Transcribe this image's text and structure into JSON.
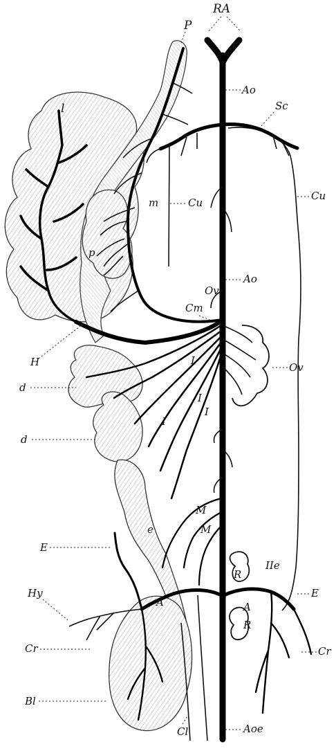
{
  "labels": {
    "RA": "RA",
    "P": "P",
    "Ao_top": "Ao",
    "Sc": "Sc",
    "Cu_right": "Cu",
    "l": "l",
    "m": "m",
    "Cu_left": "Cu",
    "p": "p",
    "Ao_mid": "Ao",
    "Ov_small": "Ov",
    "Cm": "Cm",
    "H": "H",
    "Ov": "Ov",
    "I1": "I",
    "d1": "d",
    "I2": "I",
    "I3": "I",
    "I4": "I",
    "d2": "d",
    "M1": "M",
    "e": "e",
    "M2": "M",
    "E_left": "E",
    "R1": "R",
    "IIe": "IIe",
    "E_right": "E",
    "Hy": "Hy",
    "A_left": "A",
    "A_right": "A",
    "R2": "R",
    "Cr_left": "Cr",
    "Cr_right": "Cr",
    "Bl": "Bl",
    "Cl": "Cl",
    "Aoe": "Aoe"
  },
  "colors": {
    "ink": "#000000",
    "paper": "#ffffff",
    "hatch": "#9a9a9a"
  }
}
